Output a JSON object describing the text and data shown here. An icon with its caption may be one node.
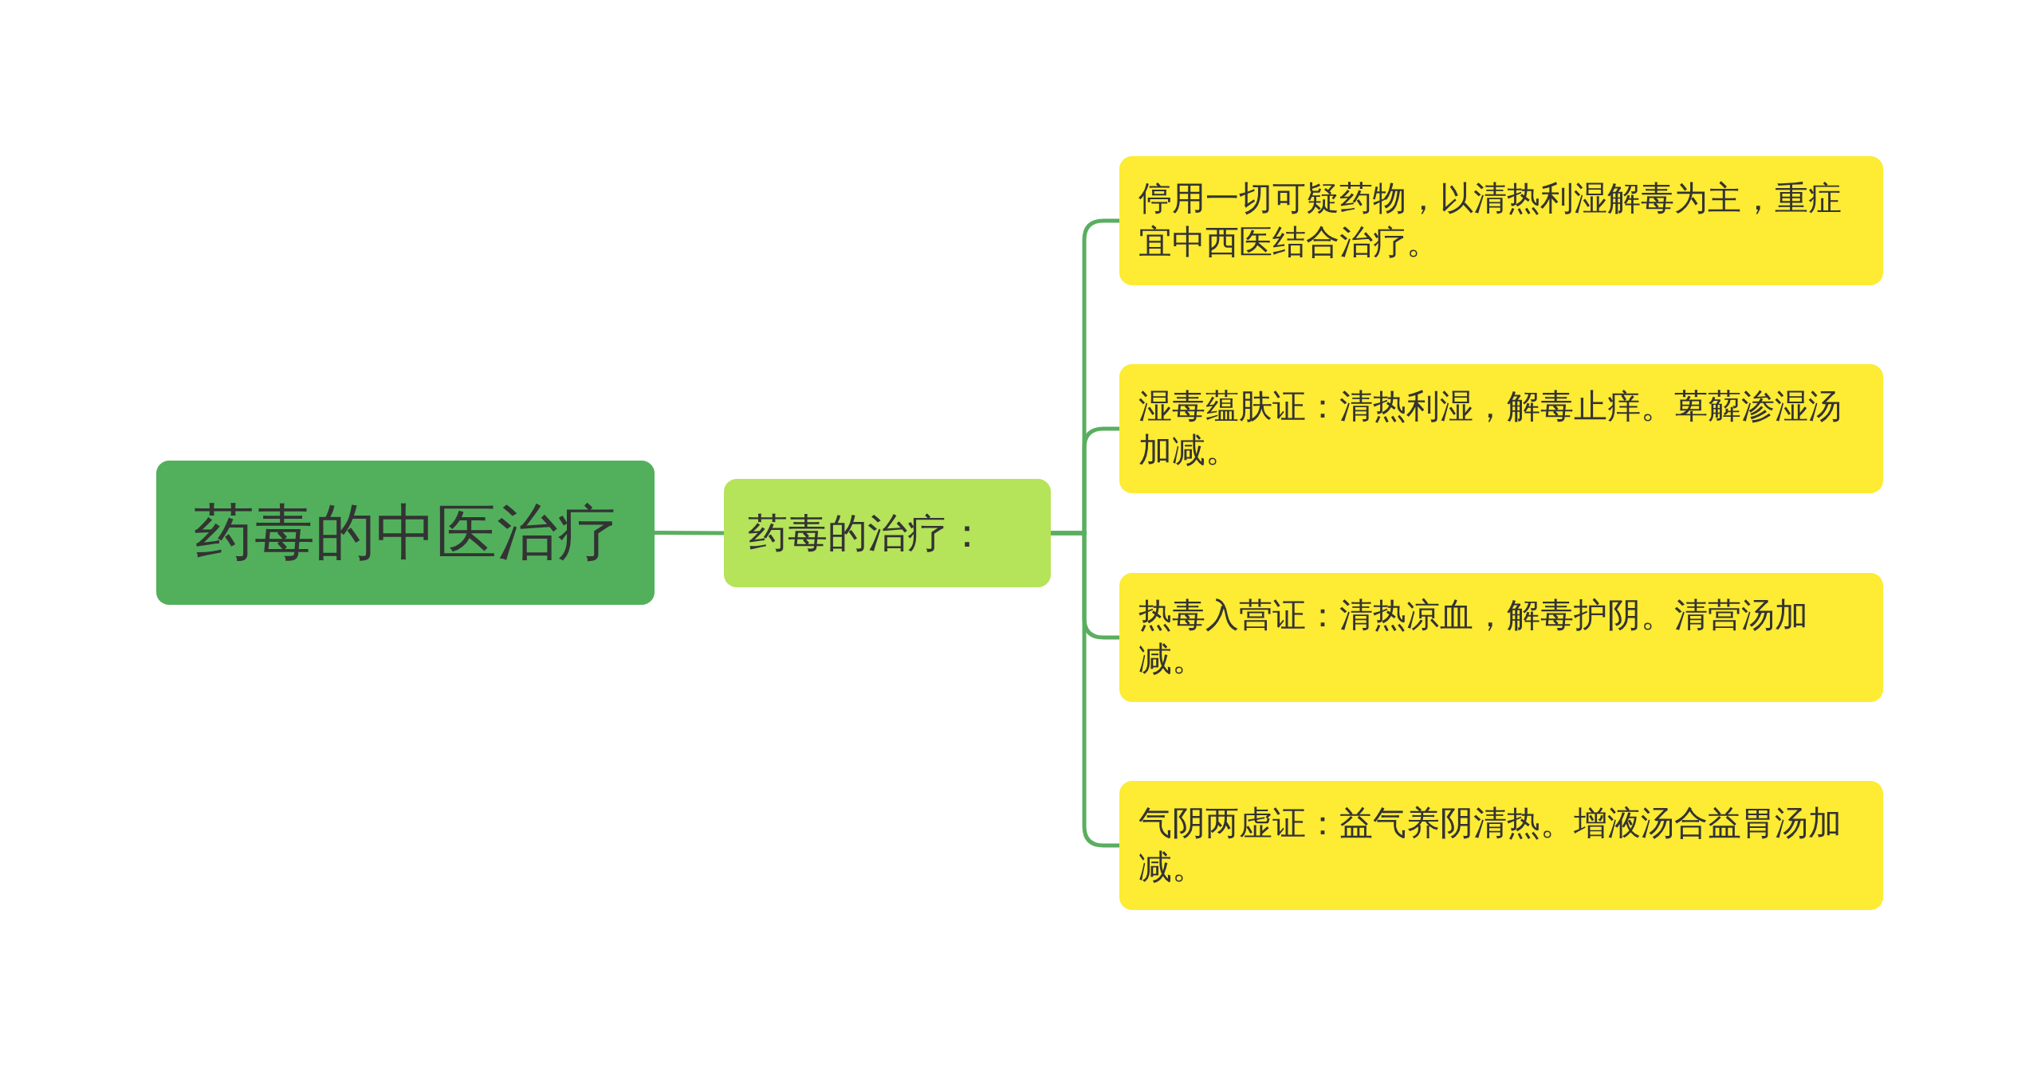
{
  "diagram": {
    "nodes": [
      {
        "text": [
          "药毒的中医治疗"
        ]
      },
      {
        "text": [
          "药毒的治疗："
        ]
      },
      {
        "text": [
          "停用一切可疑药物，以清热利湿解毒为主，重症宜中西医结合治疗。"
        ]
      },
      {
        "text": [
          "湿毒蕴肤证：清热利湿，解毒止痒。萆薢渗湿汤加减。"
        ]
      },
      {
        "text": [
          "热毒入营证：清热凉血，解毒护阴。清营汤加减。"
        ]
      },
      {
        "text": [
          "气阴两虚证：益气养阴清热。增液汤合益胃汤加减。"
        ]
      }
    ],
    "edges": [
      {
        "from": 0,
        "to": 1,
        "arrow": "none"
      },
      {
        "from": 1,
        "to": 2,
        "arrow": "none"
      },
      {
        "from": 1,
        "to": 3,
        "arrow": "none"
      },
      {
        "from": 1,
        "to": 4,
        "arrow": "none"
      },
      {
        "from": 1,
        "to": 5,
        "arrow": "none"
      }
    ]
  }
}
